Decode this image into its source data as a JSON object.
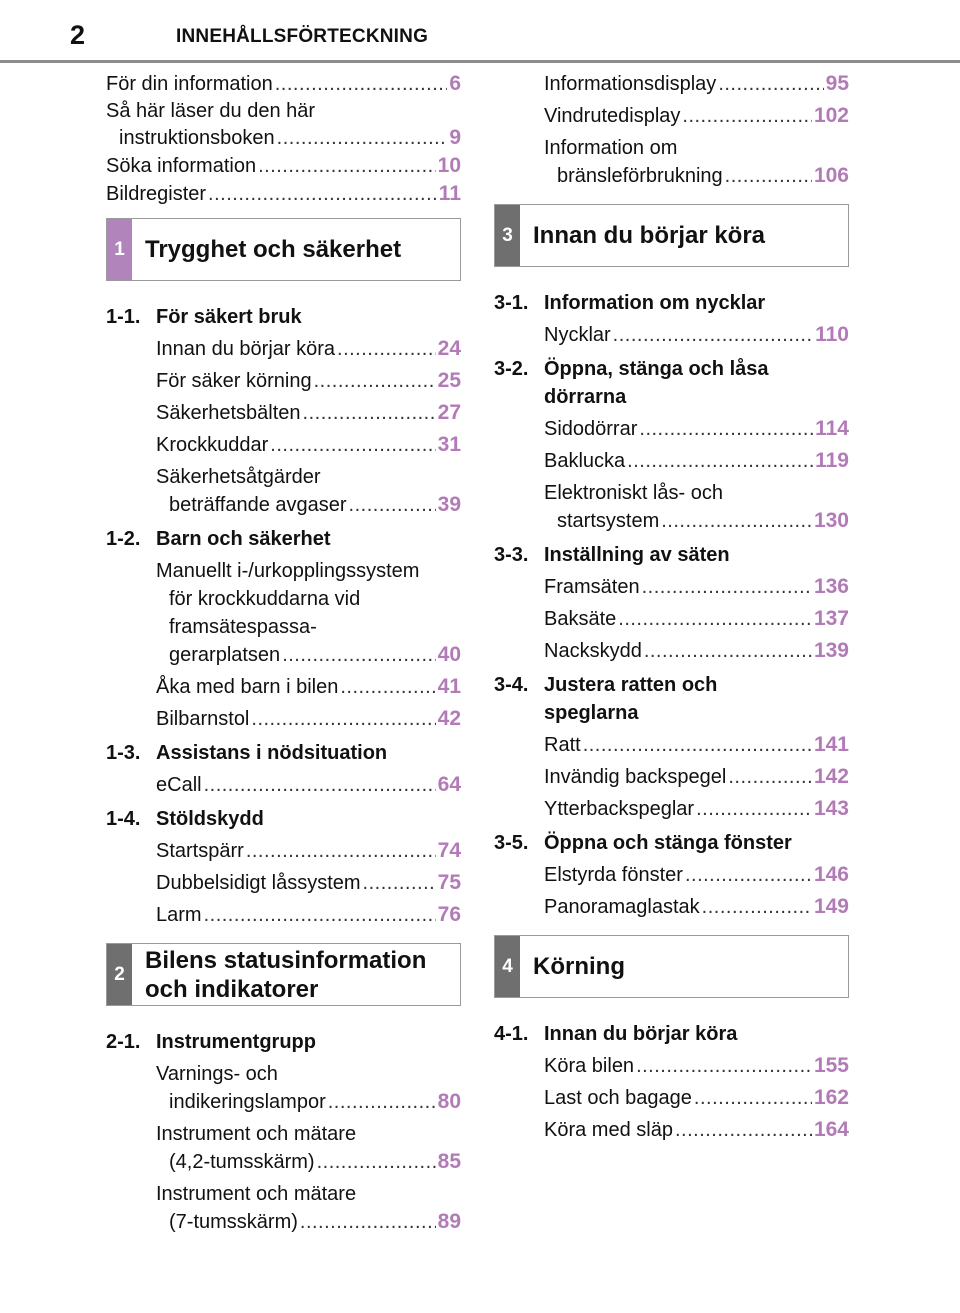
{
  "header": {
    "page_number": "2",
    "title": "INNEHÅLLSFÖRTECKNING"
  },
  "colors": {
    "accent": "#b27ab7",
    "chapter1_tab": "#b184bb",
    "chapter_tab_gray": "#6f6f6f"
  },
  "left": {
    "intro": [
      {
        "text": "För din information",
        "page": "6"
      },
      {
        "line1": "Så här läser du den här",
        "text": "instruktionsboken",
        "page": "9"
      },
      {
        "text": "Söka information",
        "page": "10"
      },
      {
        "text": "Bildregister",
        "page": "11"
      }
    ],
    "chapter1": {
      "number": "1",
      "title": "Trygghet och säkerhet"
    },
    "s1_1": {
      "number": "1-1.",
      "title": "För säkert bruk",
      "items": [
        {
          "text": "Innan du börjar köra",
          "page": "24"
        },
        {
          "text": "För säker körning",
          "page": "25"
        },
        {
          "text": "Säkerhetsbälten",
          "page": "27"
        },
        {
          "text": "Krockkuddar",
          "page": "31"
        },
        {
          "line1": "Säkerhetsåtgärder",
          "text": "beträffande avgaser",
          "page": "39"
        }
      ]
    },
    "s1_2": {
      "number": "1-2.",
      "title": "Barn och säkerhet",
      "items": [
        {
          "line1": "Manuellt i-/urkopplingssystem",
          "line2": "för krockkuddarna vid",
          "line3": "framsätespassa-",
          "text": "gerarplatsen",
          "page": "40"
        },
        {
          "text": "Åka med barn i bilen",
          "page": "41"
        },
        {
          "text": "Bilbarnstol",
          "page": "42"
        }
      ]
    },
    "s1_3": {
      "number": "1-3.",
      "title": "Assistans i nödsituation",
      "items": [
        {
          "text": "eCall",
          "page": "64"
        }
      ]
    },
    "s1_4": {
      "number": "1-4.",
      "title": "Stöldskydd",
      "items": [
        {
          "text": "Startspärr",
          "page": "74"
        },
        {
          "text": "Dubbelsidigt låssystem",
          "page": "75"
        },
        {
          "text": "Larm",
          "page": "76"
        }
      ]
    },
    "chapter2": {
      "number": "2",
      "title_line1": "Bilens statusinformation",
      "title_line2": "och indikatorer"
    },
    "s2_1": {
      "number": "2-1.",
      "title": "Instrumentgrupp",
      "items": [
        {
          "line1": "Varnings- och",
          "text": "indikeringslampor",
          "page": "80"
        },
        {
          "line1": "Instrument och mätare",
          "text": "(4,2-tumsskärm)",
          "page": "85"
        },
        {
          "line1": "Instrument och mätare",
          "text": "(7-tumsskärm)",
          "page": "89"
        }
      ]
    }
  },
  "right": {
    "intro": [
      {
        "text": "Informationsdisplay",
        "page": "95"
      },
      {
        "text": "Vindrutedisplay",
        "page": "102"
      },
      {
        "line1": "Information om",
        "text": "bränsleförbrukning",
        "page": "106"
      }
    ],
    "chapter3": {
      "number": "3",
      "title": "Innan du börjar köra"
    },
    "s3_1": {
      "number": "3-1.",
      "title": "Information om nycklar",
      "items": [
        {
          "text": "Nycklar",
          "page": "110"
        }
      ]
    },
    "s3_2": {
      "number": "3-2.",
      "title_line1": "Öppna, stänga och låsa",
      "title_line2": "dörrarna",
      "items": [
        {
          "text": "Sidodörrar",
          "page": "114"
        },
        {
          "text": "Baklucka",
          "page": "119"
        },
        {
          "line1": "Elektroniskt lås- och",
          "text": "startsystem",
          "page": "130"
        }
      ]
    },
    "s3_3": {
      "number": "3-3.",
      "title": "Inställning av säten",
      "items": [
        {
          "text": "Framsäten",
          "page": "136"
        },
        {
          "text": "Baksäte",
          "page": "137"
        },
        {
          "text": "Nackskydd",
          "page": "139"
        }
      ]
    },
    "s3_4": {
      "number": "3-4.",
      "title_line1": "Justera ratten och",
      "title_line2": "speglarna",
      "items": [
        {
          "text": "Ratt",
          "page": "141"
        },
        {
          "text": "Invändig backspegel",
          "page": "142"
        },
        {
          "text": "Ytterbackspeglar",
          "page": "143"
        }
      ]
    },
    "s3_5": {
      "number": "3-5.",
      "title": "Öppna och stänga fönster",
      "items": [
        {
          "text": "Elstyrda fönster",
          "page": "146"
        },
        {
          "text": "Panoramaglastak",
          "page": "149"
        }
      ]
    },
    "chapter4": {
      "number": "4",
      "title": "Körning"
    },
    "s4_1": {
      "number": "4-1.",
      "title": "Innan du börjar köra",
      "items": [
        {
          "text": "Köra bilen",
          "page": "155"
        },
        {
          "text": "Last och bagage",
          "page": "162"
        },
        {
          "text": "Köra med släp",
          "page": "164"
        }
      ]
    }
  }
}
